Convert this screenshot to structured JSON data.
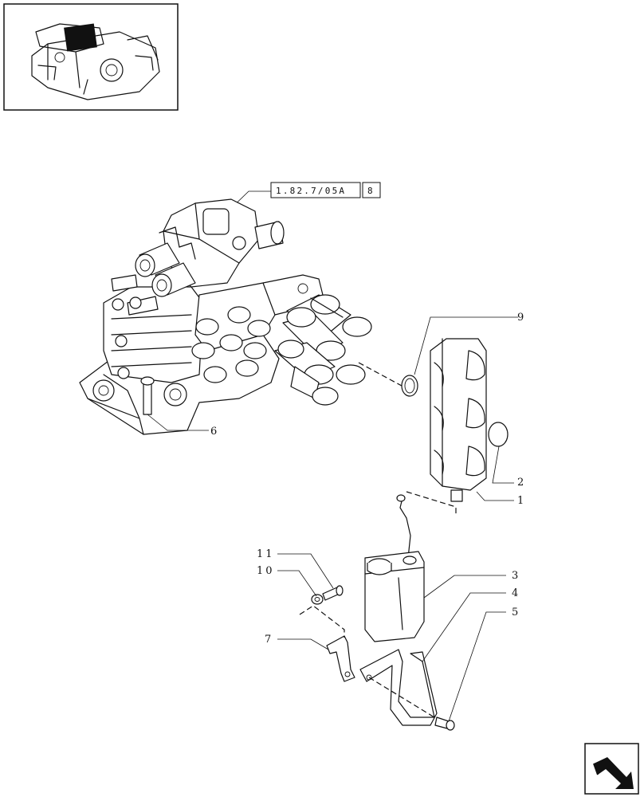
{
  "reference": {
    "code": "1.82.7/05A",
    "sheet": "8"
  },
  "callouts": {
    "c1": "1",
    "c2": "2",
    "c3": "3",
    "c4": "4",
    "c5": "5",
    "c6": "6",
    "c7": "7",
    "c9": "9",
    "c10": "10",
    "c11": "11"
  },
  "icons": {
    "thumbnail": "tractor-hydraulic-valve-thumbnail",
    "nav": "next-page-arrow-icon"
  }
}
